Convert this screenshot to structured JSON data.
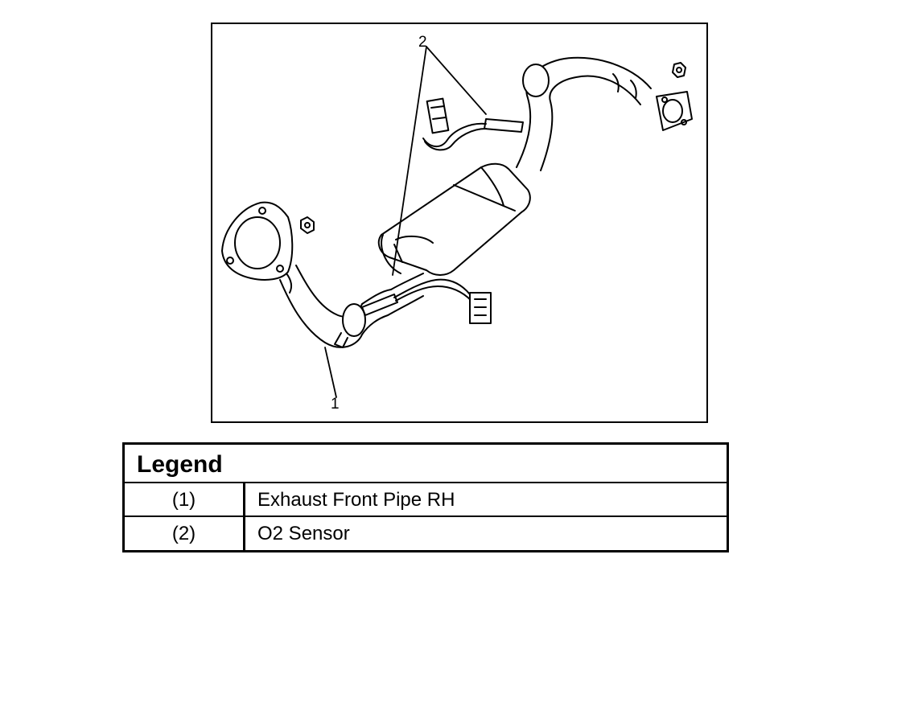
{
  "figure": {
    "callouts": [
      {
        "id": "1",
        "label": "1"
      },
      {
        "id": "2",
        "label": "2"
      }
    ],
    "icons": [
      "exhaust-front-pipe-icon",
      "catalytic-converter-icon",
      "o2-sensor-icon",
      "flange-icon",
      "nut-icon",
      "connector-icon"
    ]
  },
  "legend": {
    "title": "Legend",
    "rows": [
      {
        "number": "(1)",
        "description": "Exhaust Front Pipe RH"
      },
      {
        "number": "(2)",
        "description": "O2 Sensor"
      }
    ]
  }
}
